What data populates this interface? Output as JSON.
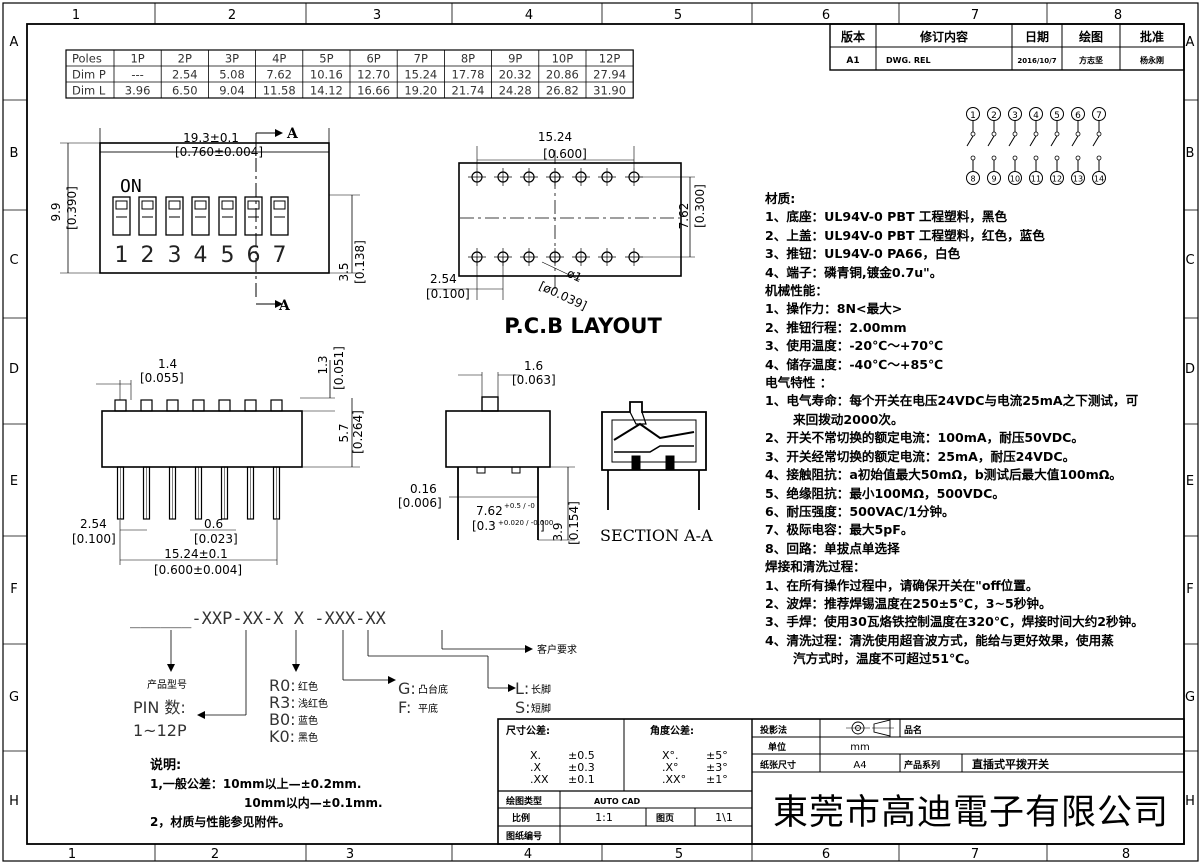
{
  "grid": {
    "cols_top": [
      "1",
      "2",
      "3",
      "4",
      "5",
      "6",
      "7",
      "8"
    ],
    "rows": [
      "A",
      "B",
      "C",
      "D",
      "E",
      "F",
      "G",
      "H"
    ]
  },
  "revision_table": {
    "headers": [
      "版本",
      "修订内容",
      "日期",
      "绘图",
      "批准"
    ],
    "row": [
      "A1",
      "DWG. REL",
      "2016/10/7",
      "方志坚",
      "杨永刚"
    ]
  },
  "poles_table": {
    "rows": [
      {
        "label": "Poles",
        "cells": [
          "1P",
          "2P",
          "3P",
          "4P",
          "5P",
          "6P",
          "7P",
          "8P",
          "9P",
          "10P",
          "12P"
        ]
      },
      {
        "label": "Dim  P",
        "cells": [
          "---",
          "2.54",
          "5.08",
          "7.62",
          "10.16",
          "12.70",
          "15.24",
          "17.78",
          "20.32",
          "20.86",
          "27.94"
        ]
      },
      {
        "label": "Dim  L",
        "cells": [
          "3.96",
          "6.50",
          "9.04",
          "11.58",
          "14.12",
          "16.66",
          "19.20",
          "21.74",
          "24.28",
          "26.82",
          "31.90"
        ]
      }
    ]
  },
  "top_view": {
    "width_dim": "19.3±0.1",
    "width_dim_in": "[0.760±0.004]",
    "section_mark": "A",
    "on_label": "ON",
    "switch_numbers": [
      "1",
      "2",
      "3",
      "4",
      "5",
      "6",
      "7"
    ],
    "height_dim": "9.9",
    "height_dim_in": "[0.390]",
    "depth_dim": "3.5",
    "depth_dim_in": "[0.138]"
  },
  "pcb": {
    "title": "P.C.B  LAYOUT",
    "span_dim": "15.24",
    "span_dim_in": "[0.600]",
    "row_dim": "7.62",
    "row_dim_in": "[0.300]",
    "pitch_dim": "2.54",
    "pitch_dim_in": "[0.100]",
    "hole_dim": "ø1",
    "hole_dim_in": "[ø0.039]"
  },
  "front_view": {
    "actuator_w": "1.4",
    "actuator_w_in": "[0.055]",
    "actuator_h": "1.3",
    "actuator_h_in": "[0.051]",
    "body_h": "5.7",
    "body_h_in": "[0.264]",
    "pitch": "2.54",
    "pitch_in": "[0.100]",
    "pin_w": "0.6",
    "pin_w_in": "[0.023]",
    "span": "15.24±0.1",
    "span_in": "[0.600±0.004]"
  },
  "side_view": {
    "top_w": "1.6",
    "top_w_in": "[0.063]",
    "pin_t": "0.16",
    "pin_t_in": "[0.006]",
    "row": "7.62",
    "row_tol": "+0.5 / -0",
    "row_in": "[0.3",
    "row_in_tol": "+0.020 / -0.000",
    "row_in_close": "]",
    "pin_len": "3.9",
    "pin_len_in": "[0.154]"
  },
  "section_label": "SECTION  A-A",
  "schematic": {
    "top_numbers": [
      "1",
      "2",
      "3",
      "4",
      "5",
      "6",
      "7"
    ],
    "bottom_numbers": [
      "8",
      "9",
      "10",
      "11",
      "12",
      "13",
      "14"
    ]
  },
  "notes": [
    {
      "text": "材质:",
      "indent": false
    },
    {
      "text": "1、底座：UL94V-0 PBT 工程塑料，黑色",
      "indent": false
    },
    {
      "text": "2、上盖：UL94V-0 PBT 工程塑料，红色，蓝色",
      "indent": false
    },
    {
      "text": "3、推钮：UL94V-0 PA66，白色",
      "indent": false
    },
    {
      "text": "4、端子：磷青铜,镀金0.7u\"。",
      "indent": false
    },
    {
      "text": "机械性能：",
      "indent": false
    },
    {
      "text": "1、操作力：8N<最大>",
      "indent": false
    },
    {
      "text": "2、推钮行程：2.00mm",
      "indent": false
    },
    {
      "text": "3、使用温度：-20℃～+70℃",
      "indent": false
    },
    {
      "text": "4、储存温度：-40℃～+85℃",
      "indent": false
    },
    {
      "text": "电气特性 ：",
      "indent": false
    },
    {
      "text": "1、电气寿命：每个开关在电压24VDC与电流25mA之下测试，可",
      "indent": false
    },
    {
      "text": "来回拨动2000次。",
      "indent": true
    },
    {
      "text": "2、开关不常切换的额定电流：100mA，耐压50VDC。",
      "indent": false
    },
    {
      "text": "3、开关经常切换的额定电流：25mA，耐压24VDC。",
      "indent": false
    },
    {
      "text": "4、接触阻抗：a初始值最大50mΩ，b测试后最大值100mΩ。",
      "indent": false
    },
    {
      "text": "5、绝缘阻抗：最小100MΩ，500VDC。",
      "indent": false
    },
    {
      "text": "6、耐压强度：500VAC/1分钟。",
      "indent": false
    },
    {
      "text": "7、极际电容：最大5pF。",
      "indent": false
    },
    {
      "text": "8、回路：单拔点单选择",
      "indent": false
    },
    {
      "text": "焊接和清洗过程：",
      "indent": false
    },
    {
      "text": "1、在所有操作过程中，请确保开关在\"off位置。",
      "indent": false
    },
    {
      "text": "2、波焊：推荐焊锡温度在250±5℃，3~5秒钟。",
      "indent": false
    },
    {
      "text": "3、手焊：使用30瓦烙铁控制温度在320℃，焊接时间大约2秒钟。",
      "indent": false
    },
    {
      "text": "4、清洗过程：清洗使用超音波方式，能给与更好效果，使用蒸",
      "indent": false
    },
    {
      "text": "汽方式时，温度不可超过51℃。",
      "indent": true
    }
  ],
  "part_code": {
    "code": "______-XXP-XX-X X -XXX-XX",
    "customer": "客户要求",
    "product_model": "产品型号",
    "pin_label": "PIN  数:",
    "pin_range": "1~12P",
    "colors": [
      {
        "code": "R0:",
        "name": "红色"
      },
      {
        "code": "R3:",
        "name": "浅红色"
      },
      {
        "code": "B0:",
        "name": "蓝色"
      },
      {
        "code": "K0:",
        "name": "黑色"
      }
    ],
    "base": [
      {
        "code": "G:",
        "name": "凸台底"
      },
      {
        "code": "F:",
        "name": "平底"
      }
    ],
    "leg": [
      {
        "code": "L:",
        "name": "长脚"
      },
      {
        "code": "S:",
        "name": "短脚"
      }
    ]
  },
  "explain": {
    "title": "说明:",
    "line1": "1,一般公差：10mm以上—±0.2mm.",
    "line2": "10mm以内—±0.1mm.",
    "line3": "2，材质与性能参见附件。"
  },
  "title_block": {
    "dim_tol": "尺寸公差:",
    "ang_tol": "角度公差:",
    "tol_rows": [
      {
        "a": "X.",
        "b": "±0.5",
        "c": "X°.",
        "d": "±5°"
      },
      {
        "a": ".X",
        "b": "±0.3",
        "c": ".X°",
        "d": "±3°"
      },
      {
        "a": ".XX",
        "b": "±0.1",
        "c": ".XX°",
        "d": "±1°"
      }
    ],
    "projection": "投影法",
    "product_name": "品名",
    "unit": "单位",
    "unit_value": "mm",
    "paper": "纸张尺寸",
    "paper_value": "A4",
    "series": "产品系列",
    "series_value": "直插式平拨开关",
    "tool": "绘图类型",
    "tool_value": "AUTO CAD",
    "scale": "比例",
    "scale_value": "1:1",
    "page": "图页",
    "page_value": "1\\1",
    "drawing_no": "图纸编号",
    "company": "東莞市高迪電子有限公司"
  }
}
